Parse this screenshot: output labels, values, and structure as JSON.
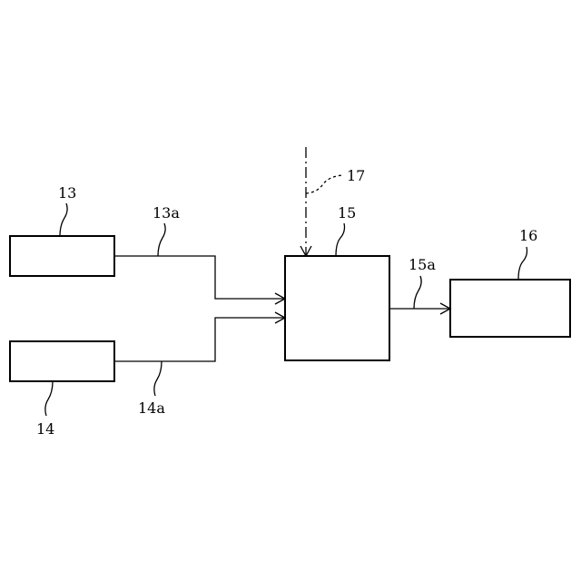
{
  "diagram": {
    "blocks": [
      {
        "id": "13",
        "label": "13"
      },
      {
        "id": "14",
        "label": "14"
      },
      {
        "id": "15",
        "label": "15"
      },
      {
        "id": "16",
        "label": "16"
      }
    ],
    "signals": [
      {
        "id": "13a",
        "label": "13a",
        "from": "13",
        "to": "15"
      },
      {
        "id": "14a",
        "label": "14a",
        "from": "14",
        "to": "15"
      },
      {
        "id": "15a",
        "label": "15a",
        "from": "15",
        "to": "16"
      },
      {
        "id": "17",
        "label": "17",
        "to": "15"
      }
    ]
  }
}
